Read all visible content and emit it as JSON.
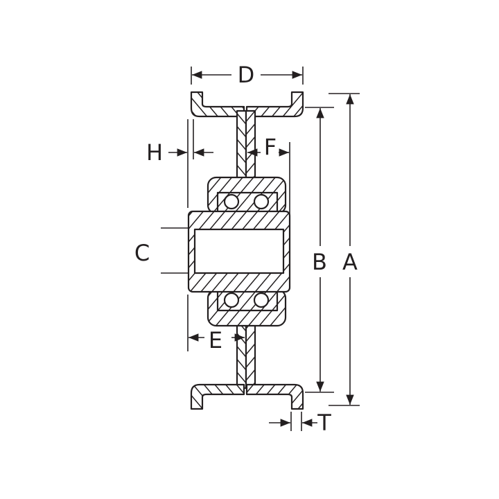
{
  "diagram": {
    "labels": {
      "A": "A",
      "B": "B",
      "C": "C",
      "D": "D",
      "E": "E",
      "F": "F",
      "H": "H",
      "T": "T"
    },
    "colors": {
      "line": "#231f20",
      "background": "#ffffff"
    }
  }
}
